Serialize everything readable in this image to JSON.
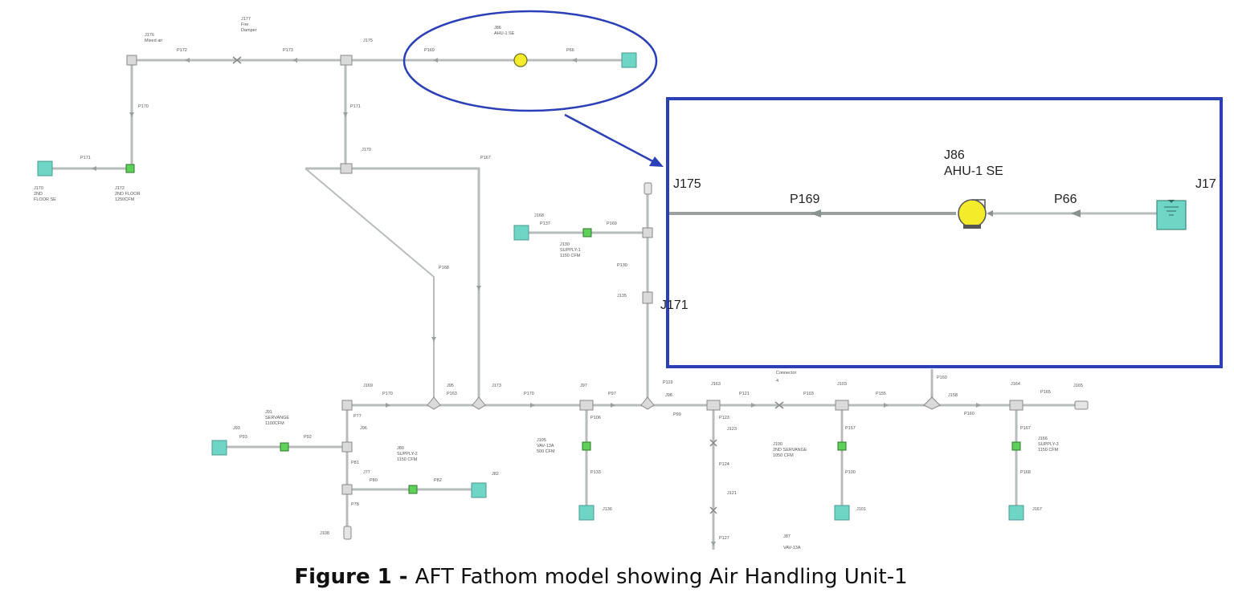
{
  "caption": {
    "prefix": "Figure 1 - ",
    "text": "AFT Fathom model showing Air Handling Unit-1"
  },
  "zoom_labels": {
    "pump_id": "J86",
    "pump_name": "AHU-1 SE",
    "left_junction": "J175",
    "right_junction": "J17",
    "pipe_left": "P169",
    "pipe_right": "P66",
    "lower_junction": "J171"
  },
  "colors": {
    "callout": "#2b3fb6",
    "pipe": "#b9bcbc",
    "tank": "#6fd6c6",
    "pump": "#f4ec2a",
    "valve": "#5fd05a"
  }
}
